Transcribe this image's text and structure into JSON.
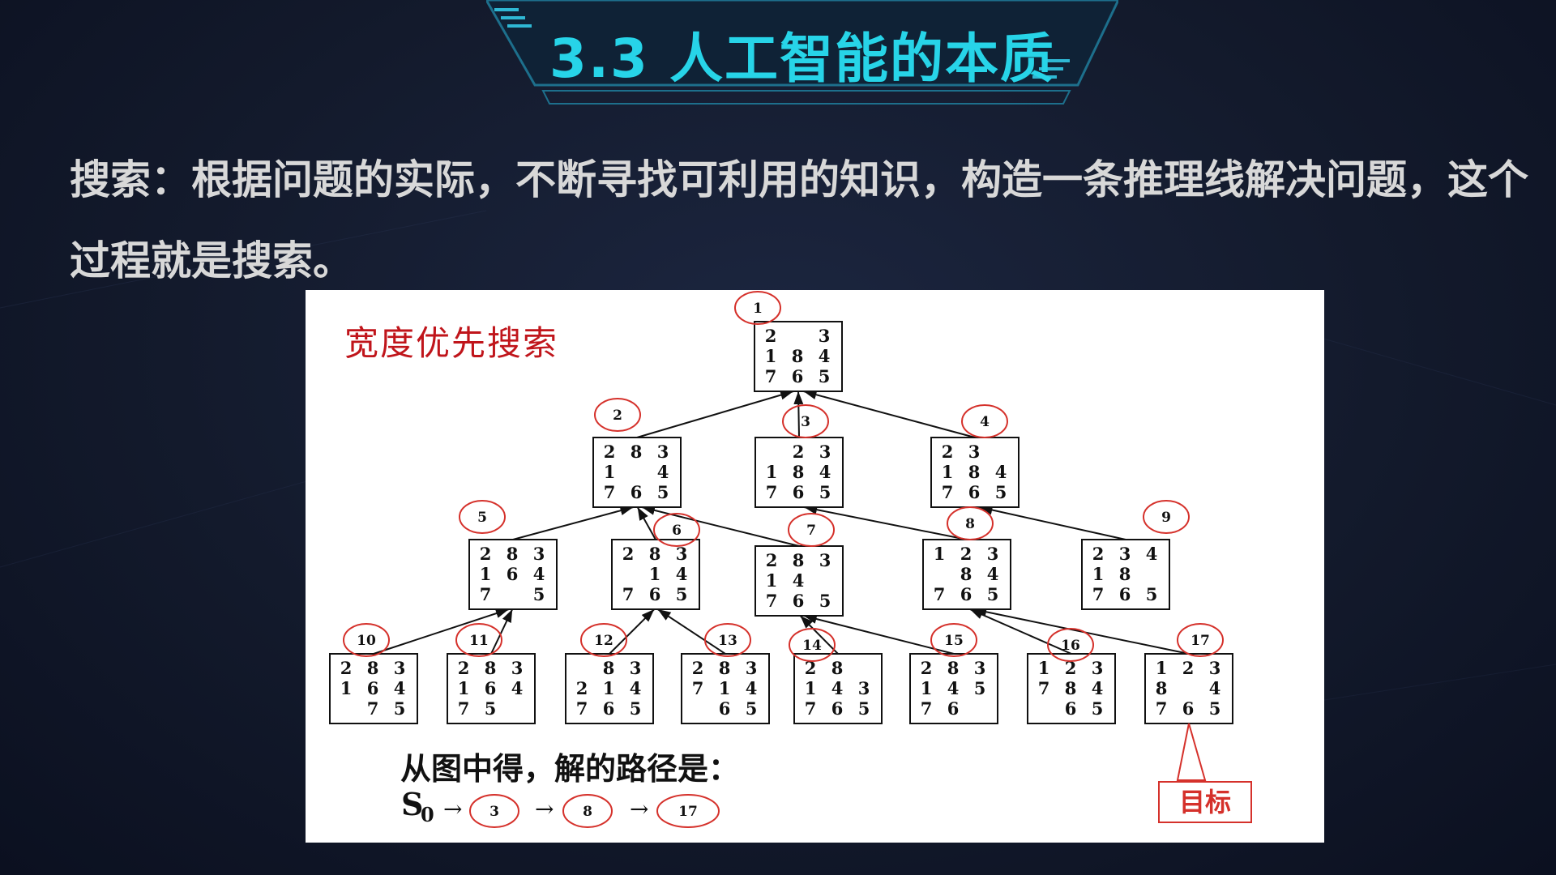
{
  "slide": {
    "title": "3.3  人工智能的本质",
    "body": "搜索：根据问题的实际，不断寻找可利用的知识，构造一条推理线解决问题，这个过程就是搜索。"
  },
  "diagram": {
    "title": "宽度优先搜索",
    "nodes": [
      {
        "id": "1",
        "grid": [
          "2 _ 3",
          "1 8 4",
          "7 6 5"
        ]
      },
      {
        "id": "2",
        "grid": [
          "2 8 3",
          "1 _ 4",
          "7 6 5"
        ]
      },
      {
        "id": "3",
        "grid": [
          "_ 2 3",
          "1 8 4",
          "7 6 5"
        ]
      },
      {
        "id": "4",
        "grid": [
          "2 3 _",
          "1 8 4",
          "7 6 5"
        ]
      },
      {
        "id": "5",
        "grid": [
          "2 8 3",
          "1 6 4",
          "7 _ 5"
        ]
      },
      {
        "id": "6",
        "grid": [
          "2 8 3",
          "_ 1 4",
          "7 6 5"
        ]
      },
      {
        "id": "7",
        "grid": [
          "2 8 3",
          "1 4 _",
          "7 6 5"
        ]
      },
      {
        "id": "8",
        "grid": [
          "1 2 3",
          "_ 8 4",
          "7 6 5"
        ]
      },
      {
        "id": "9",
        "grid": [
          "2 3 4",
          "1 8 _",
          "7 6 5"
        ]
      },
      {
        "id": "10",
        "grid": [
          "2 8 3",
          "1 6 4",
          "_ 7 5"
        ]
      },
      {
        "id": "11",
        "grid": [
          "2 8 3",
          "1 6 4",
          "7 5 _"
        ]
      },
      {
        "id": "12",
        "grid": [
          "_ 8 3",
          "2 1 4",
          "7 6 5"
        ]
      },
      {
        "id": "13",
        "grid": [
          "2 8 3",
          "7 1 4",
          "_ 6 5"
        ]
      },
      {
        "id": "14",
        "grid": [
          "2 8 _",
          "1 4 3",
          "7 6 5"
        ]
      },
      {
        "id": "15",
        "grid": [
          "2 8 3",
          "1 4 5",
          "7 6 _"
        ]
      },
      {
        "id": "16",
        "grid": [
          "1 2 3",
          "7 8 4",
          "_ 6 5"
        ]
      },
      {
        "id": "17",
        "grid": [
          "1 2 3",
          "8 _ 4",
          "7 6 5"
        ]
      }
    ],
    "edges": [
      [
        "2",
        "1"
      ],
      [
        "3",
        "1"
      ],
      [
        "4",
        "1"
      ],
      [
        "5",
        "2"
      ],
      [
        "6",
        "2"
      ],
      [
        "7",
        "2"
      ],
      [
        "8",
        "3"
      ],
      [
        "9",
        "4"
      ],
      [
        "10",
        "5"
      ],
      [
        "11",
        "5"
      ],
      [
        "12",
        "6"
      ],
      [
        "13",
        "6"
      ],
      [
        "14",
        "7"
      ],
      [
        "15",
        "7"
      ],
      [
        "16",
        "8"
      ],
      [
        "17",
        "8"
      ]
    ],
    "result_text": "从图中得，解的路径是：",
    "path_start": "S",
    "path_start_sub": "0",
    "path": [
      "3",
      "8",
      "17"
    ],
    "target_label": "目标",
    "colors": {
      "circle": "#d5312b",
      "title": "#c0151b",
      "text": "#111111"
    }
  }
}
